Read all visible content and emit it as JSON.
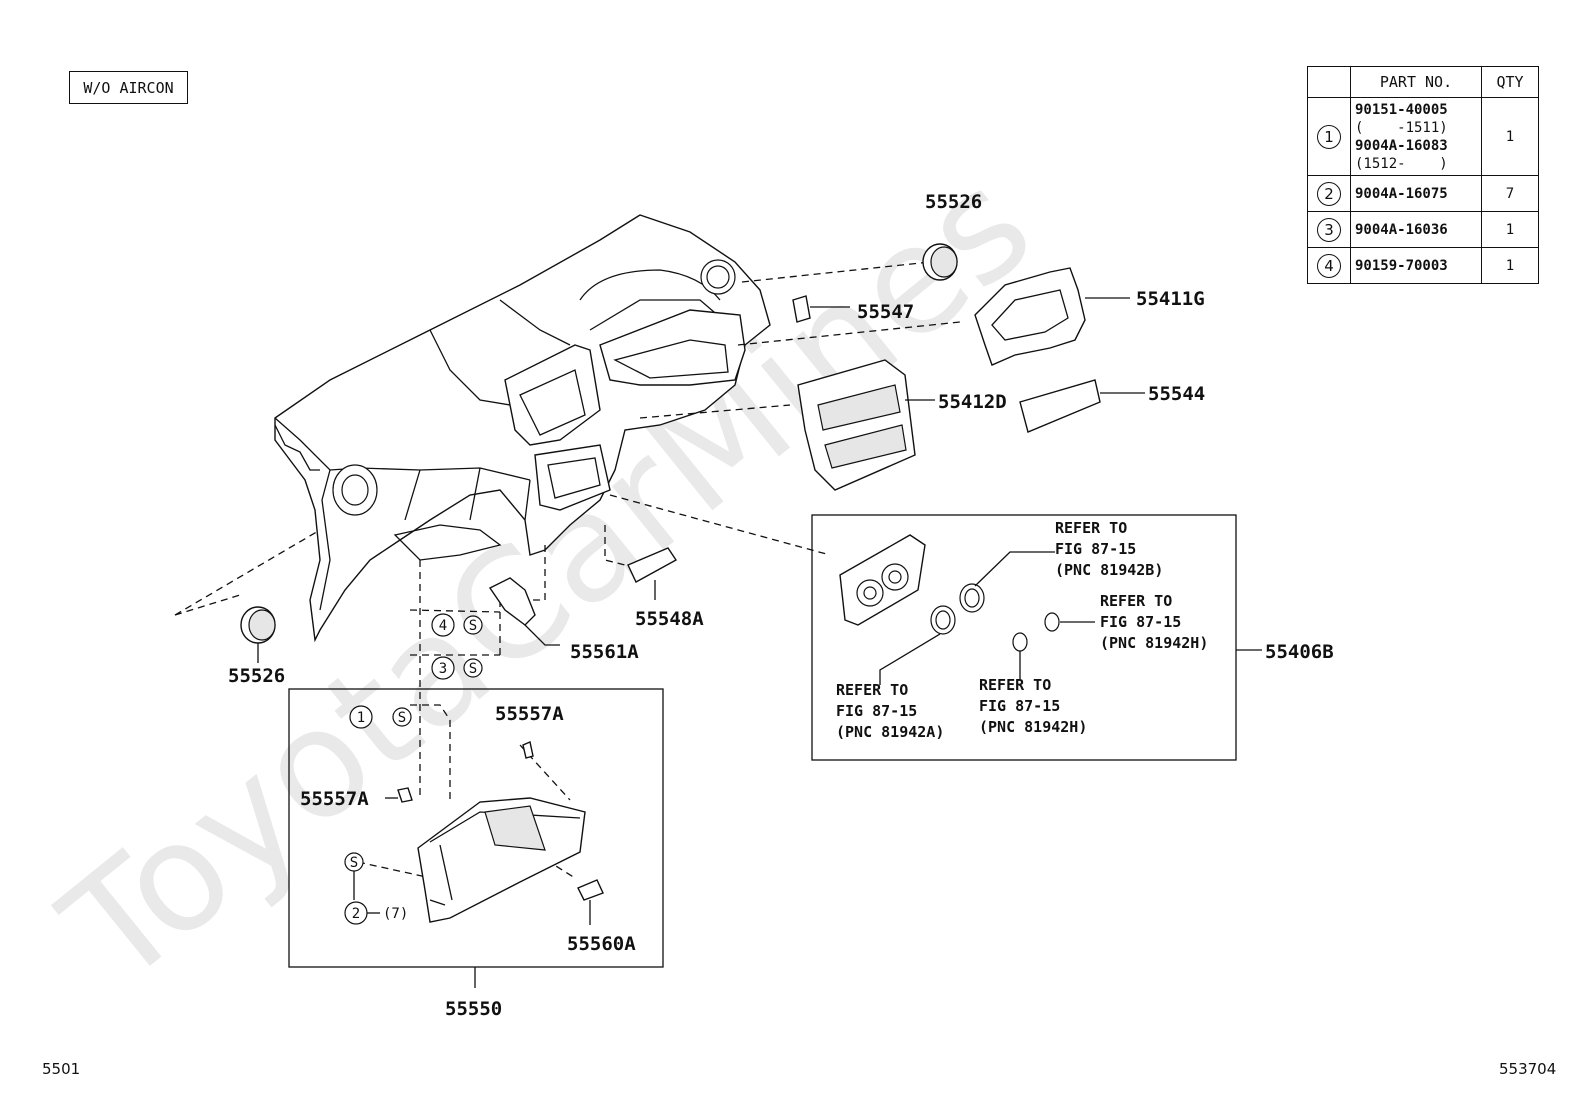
{
  "header": {
    "variant_label": "W/O AIRCON"
  },
  "parts_table": {
    "headers": [
      "PART NO.",
      "QTY"
    ],
    "rows": [
      {
        "ref": "1",
        "part_numbers": [
          "90151-40005",
          "(    -1511)",
          "9004A-16083",
          "(1512-    )"
        ],
        "qty": "1"
      },
      {
        "ref": "2",
        "part_numbers": [
          "9004A-16075"
        ],
        "qty": "7"
      },
      {
        "ref": "3",
        "part_numbers": [
          "9004A-16036"
        ],
        "qty": "1"
      },
      {
        "ref": "4",
        "part_numbers": [
          "90159-70003"
        ],
        "qty": "1"
      }
    ]
  },
  "callouts": {
    "p55526_top": "55526",
    "p55547": "55547",
    "p55411g": "55411G",
    "p55412d": "55412D",
    "p55544": "55544",
    "p55548a": "55548A",
    "p55561a": "55561A",
    "p55526_left": "55526",
    "p55557a_top": "55557A",
    "p55557a_left": "55557A",
    "p55560a": "55560A",
    "p55550": "55550",
    "p55406b": "55406B",
    "ref4": "4",
    "ref3": "3",
    "ref1": "1",
    "ref2": "2",
    "ref2_qty": "(7)",
    "s_mark": "S"
  },
  "refer_notes": {
    "note_81942b": [
      "REFER TO",
      "FIG 87-15",
      "(PNC 81942B)"
    ],
    "note_81942h_right": [
      "REFER TO",
      "FIG 87-15",
      "(PNC 81942H)"
    ],
    "note_81942a": [
      "REFER TO",
      "FIG 87-15",
      "(PNC 81942A)"
    ],
    "note_81942h_bottom": [
      "REFER TO",
      "FIG 87-15",
      "(PNC 81942H)"
    ]
  },
  "watermark": "ToyotaCarMines",
  "footer": {
    "left_code": "5501",
    "right_code": "553704"
  }
}
